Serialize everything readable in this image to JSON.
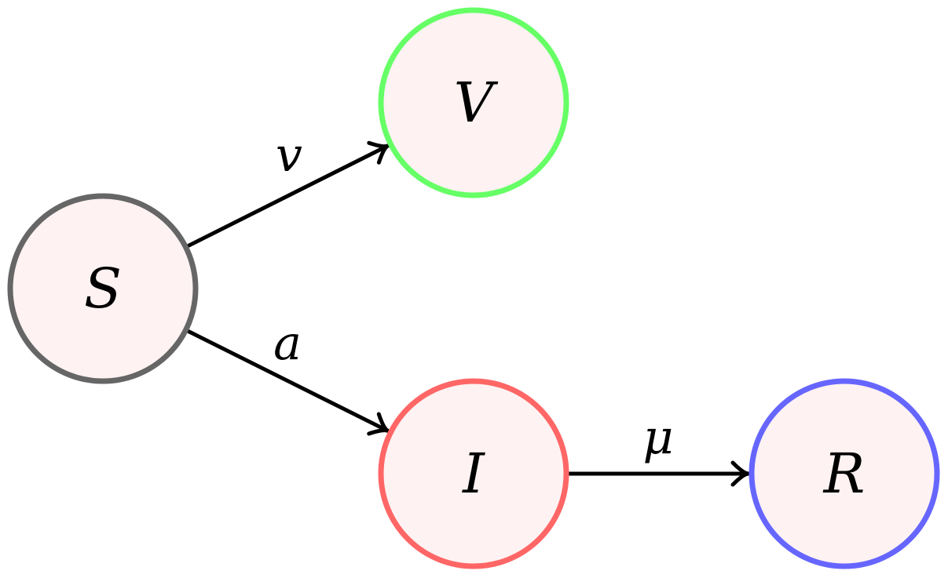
{
  "nodes": [
    {
      "id": "S",
      "label": "S",
      "color": "#666666"
    },
    {
      "id": "V",
      "label": "V",
      "color": "#66ff66"
    },
    {
      "id": "I",
      "label": "I",
      "color": "#ff6666"
    },
    {
      "id": "R",
      "label": "R",
      "color": "#6666ff"
    }
  ],
  "edges": [
    {
      "from": "S",
      "to": "V",
      "label": "v"
    },
    {
      "from": "S",
      "to": "I",
      "label": "a"
    },
    {
      "from": "I",
      "to": "R",
      "label": "μ"
    }
  ],
  "fill_color": "#fff2f2"
}
